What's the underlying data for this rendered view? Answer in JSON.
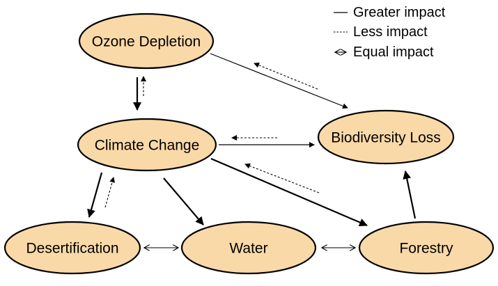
{
  "legend": {
    "greater_symbol": "—",
    "greater_label": "Greater impact",
    "less_symbol": "- - -",
    "less_label": "Less impact",
    "equal_symbol": "⟷",
    "equal_label": "Equal impact"
  },
  "nodes": {
    "ozone_depletion": "Ozone Depletion",
    "climate_change": "Climate Change",
    "biodiversity_loss": "Biodiversity Loss",
    "desertification": "Desertification",
    "water": "Water",
    "forestry": "Forestry"
  },
  "edges": [
    {
      "from": "Ozone Depletion",
      "to": "Biodiversity Loss",
      "impact": "greater"
    },
    {
      "from": "Biodiversity Loss",
      "to": "Ozone Depletion",
      "impact": "less"
    },
    {
      "from": "Ozone Depletion",
      "to": "Climate Change",
      "impact": "greater"
    },
    {
      "from": "Climate Change",
      "to": "Ozone Depletion",
      "impact": "less"
    },
    {
      "from": "Climate Change",
      "to": "Biodiversity Loss",
      "impact": "greater"
    },
    {
      "from": "Biodiversity Loss",
      "to": "Climate Change",
      "impact": "less"
    },
    {
      "from": "Climate Change",
      "to": "Forestry",
      "impact": "greater"
    },
    {
      "from": "Forestry",
      "to": "Climate Change",
      "impact": "less"
    },
    {
      "from": "Climate Change",
      "to": "Desertification",
      "impact": "greater"
    },
    {
      "from": "Desertification",
      "to": "Climate Change",
      "impact": "less"
    },
    {
      "from": "Climate Change",
      "to": "Water",
      "impact": "greater"
    },
    {
      "from": "Forestry",
      "to": "Biodiversity Loss",
      "impact": "greater"
    },
    {
      "from": "Desertification",
      "to": "Water",
      "impact": "equal"
    },
    {
      "from": "Water",
      "to": "Forestry",
      "impact": "equal"
    }
  ]
}
